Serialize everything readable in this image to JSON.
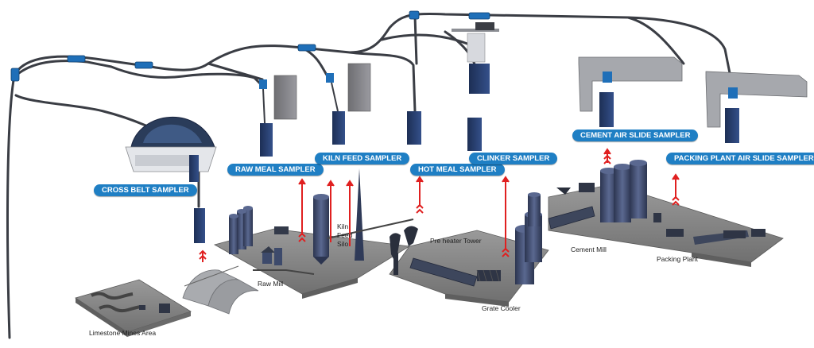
{
  "samplers": {
    "cross_belt": "CROSS BELT SAMPLER",
    "raw_meal": "RAW MEAL SAMPLER",
    "kiln_feed": "KILN FEED SAMPLER",
    "hot_meal": "HOT MEAL SAMPLER",
    "clinker": "CLINKER SAMPLER",
    "cement_air_slide": "CEMENT AIR SLIDE SAMPLER",
    "packing_plant_air_slide": "PACKING PLANT AIR SLIDE SAMPLER"
  },
  "areas": {
    "limestone_mines": "Limestone Mines Area",
    "raw_mill": "Raw Mill",
    "kiln_feed_silo_1": "Kiln",
    "kiln_feed_silo_2": "Feed",
    "kiln_feed_silo_3": "Silo",
    "pre_heater_tower": "Pre heater Tower",
    "grate_cooler": "Grate Cooler",
    "cement_mill": "Cement Mill",
    "packing_plant": "Packing Plant"
  },
  "colors": {
    "badge": "#1f7fc4",
    "pipe": "#3a3d44",
    "pipe_coupler": "#1f6fb8",
    "equipment": "#3d4a6b",
    "platform": "#8c8c8c",
    "arrow": "#e02020"
  },
  "icons": [
    "double-chevron-up-icon",
    "sampler-station-icon"
  ]
}
